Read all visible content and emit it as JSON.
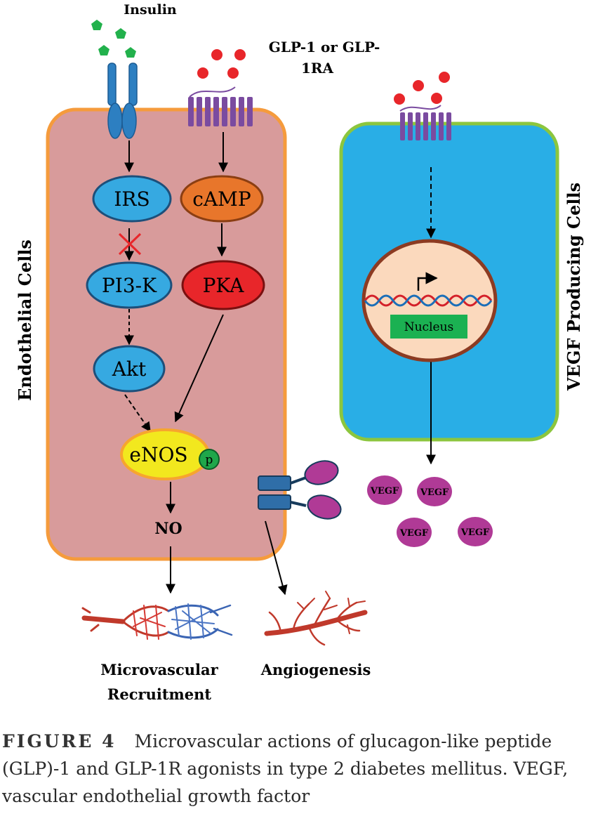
{
  "labels": {
    "insulin": "Insulin",
    "glp_line1": "GLP-1 or GLP-",
    "glp_line2": "1RA",
    "endothelial_cells": "Endothelial Cells",
    "vegf_producing_cells": "VEGF Producing Cells",
    "nucleus": "Nucleus",
    "no": "NO",
    "phospho": "p",
    "microvascular_line1": "Microvascular",
    "microvascular_line2": "Recruitment",
    "angiogenesis": "Angiogenesis"
  },
  "nodes": {
    "irs": "IRS",
    "pi3k": "PI3-K",
    "akt": "Akt",
    "camp": "cAMP",
    "pka": "PKA",
    "enos": "eNOS"
  },
  "vegf_molecules": [
    "VEGF",
    "VEGF",
    "VEGF",
    "VEGF"
  ],
  "colors": {
    "endothelial_fill": "#d89b9b",
    "endothelial_border": "#f59b3c",
    "vegf_cell_fill": "#29aee6",
    "vegf_cell_border": "#8cc63e",
    "blue_node": "#36a9e1",
    "camp": "#e8762b",
    "pka": "#e8262a",
    "enos": "#f2e81e",
    "nucleus_fill": "#fbd9bd",
    "nucleus_label": "#1bb152",
    "vegf_molecule": "#b03a96",
    "insulin_molecule": "#22b14c",
    "glp_molecule": "#e8262a",
    "gpcr": "#7a4ba0"
  },
  "caption": {
    "label": "FIGURE 4",
    "text": "Microvascular actions of glucagon-like peptide (GLP)-1 and GLP-1R agonists in type 2 diabetes mellitus. VEGF, vascular endothelial growth factor"
  }
}
